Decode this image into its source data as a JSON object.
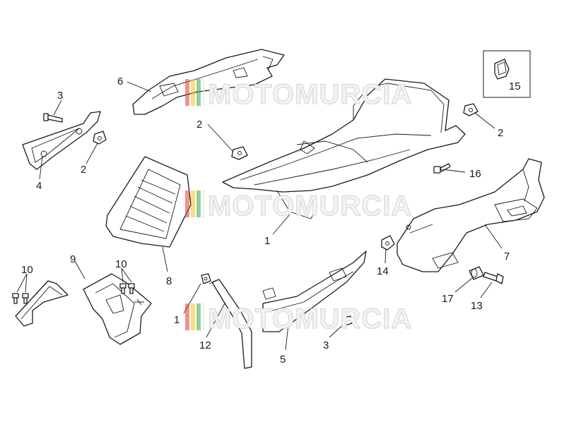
{
  "diagram": {
    "callouts": [
      "1",
      "1",
      "2",
      "2",
      "2",
      "3",
      "3",
      "4",
      "5",
      "6",
      "7",
      "8",
      "9",
      "10",
      "10",
      "12",
      "13",
      "14",
      "15",
      "16",
      "17"
    ],
    "watermark": {
      "text": "MOTOMURCIA",
      "stripe_colors": [
        "#e63a2e",
        "#f2c21a",
        "#39a845",
        "#e8e8e8"
      ]
    },
    "colors": {
      "line": "#1a1a1a",
      "background": "#ffffff"
    }
  }
}
